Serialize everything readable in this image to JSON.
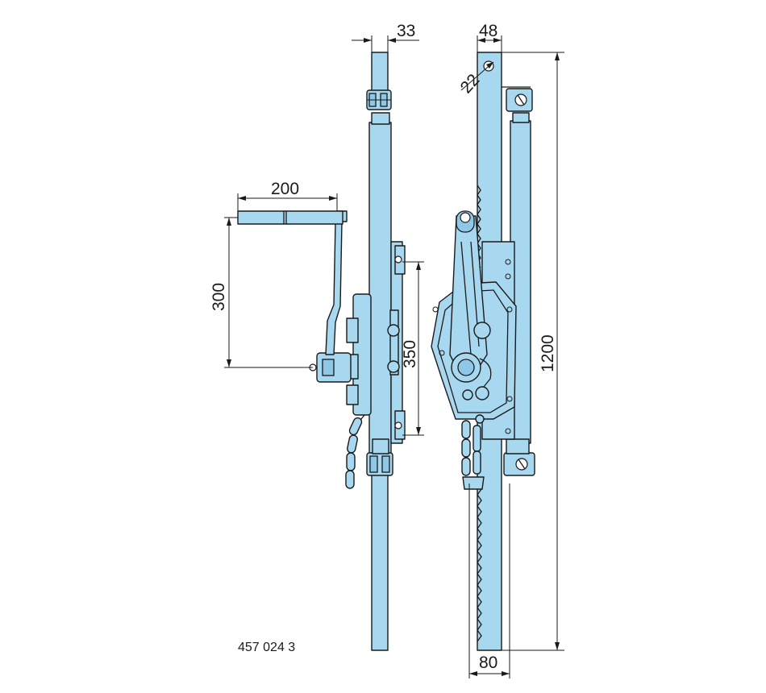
{
  "drawing": {
    "part_number": "457 024 3",
    "colors": {
      "part_fill": "#a8d8f0",
      "outline": "#1a1a1a",
      "background": "#ffffff"
    }
  },
  "dimensions": {
    "side_width": "33",
    "front_width": "48",
    "hole_diameter": "22",
    "crank_length": "200",
    "crank_height": "300",
    "mount_spacing": "350",
    "total_height": "1200",
    "base_width": "80"
  }
}
